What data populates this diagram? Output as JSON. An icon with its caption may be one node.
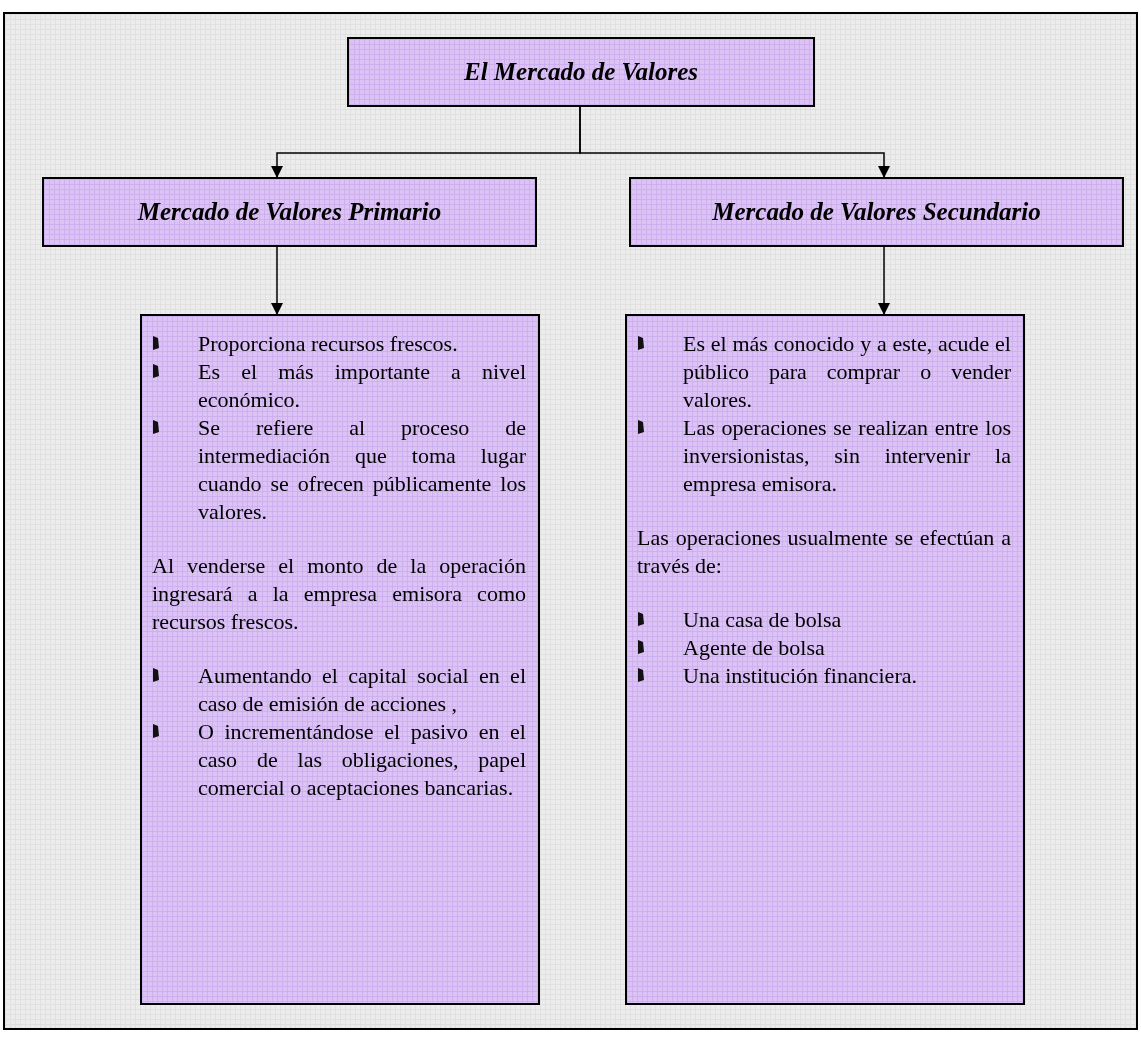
{
  "diagram": {
    "nodes": [
      {
        "text": [
          "El Mercado de Valores"
        ]
      },
      {
        "text": [
          "Mercado de Valores Primario"
        ]
      },
      {
        "text": [
          "Mercado de Valores Secundario"
        ]
      },
      {
        "text": [
          "Proporciona recursos frescos.",
          "Es el más importante  a nivel económico.",
          "Se refiere al proceso de intermediación que toma lugar cuando se ofrecen públicamente los valores.",
          "Al venderse el monto de la operación ingresará a la empresa emisora como recursos frescos.",
          "Aumentando el capital social en el caso de emisión de acciones ,",
          "O incrementándose el pasivo en el caso de las obligaciones, papel comercial o aceptaciones bancarias."
        ]
      },
      {
        "text": [
          "Es el más conocido y a este, acude el público para comprar o vender valores.",
          "Las operaciones se realizan entre los inversionistas, sin intervenir la empresa emisora.",
          "Las operaciones usualmente se efectúan a través de:",
          "Una casa de bolsa",
          "Agente de bolsa",
          "Una institución financiera."
        ]
      }
    ],
    "edges": [
      {
        "from": 0,
        "to": 1,
        "arrow": "to"
      },
      {
        "from": 0,
        "to": 2,
        "arrow": "to"
      },
      {
        "from": 1,
        "to": 3,
        "arrow": "to"
      },
      {
        "from": 2,
        "to": 4,
        "arrow": "to"
      }
    ]
  }
}
